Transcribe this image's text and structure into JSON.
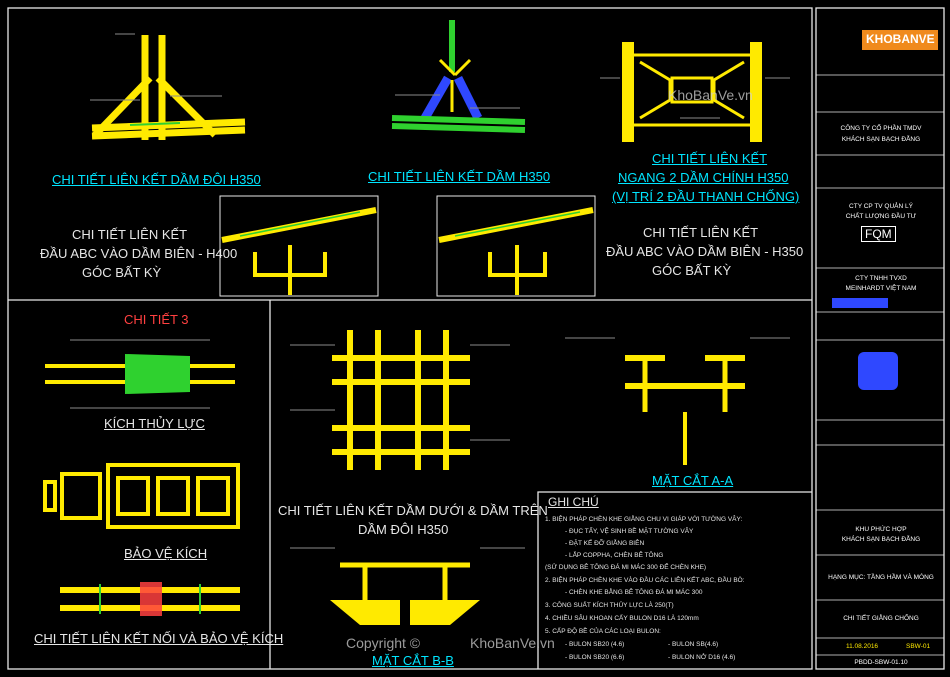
{
  "colors": {
    "background": "#000000",
    "steel": "#ffea00",
    "frame": "#ffffff",
    "title": "#00e5ff",
    "accent": "#ff4040",
    "green": "#2fd12f",
    "blue": "#2f48ff"
  },
  "titles": {
    "t1": "CHI TIẾT LIÊN KẾT DẦM ĐÔI H350",
    "t2": "CHI TIẾT LIÊN KẾT DẦM H350",
    "t3a": "CHI TIẾT LIÊN KẾT",
    "t3b": "NGANG 2 DẦM CHÍNH H350",
    "t3c": "(VỊ TRÍ 2 ĐẦU THANH CHỐNG)",
    "t4a": "CHI TIẾT LIÊN KẾT",
    "t4b": "ĐẦU ABC VÀO DẦM BIÊN - H400",
    "t4c": "GÓC BẤT KỲ",
    "t5a": "CHI TIẾT LIÊN KẾT",
    "t5b": "ĐẦU ABC VÀO DẦM BIÊN - H350",
    "t5c": "GÓC BẤT KỲ",
    "t6": "CHI TIẾT 3",
    "t7": "KÍCH THỦY LỰC",
    "t8": "BẢO VỆ KÍCH",
    "t9": "CHI TIẾT LIÊN KẾT NỐI VÀ BẢO VỆ KÍCH",
    "t10a": "CHI TIẾT LIÊN KẾT  DẦM DƯỚI & DẦM TRÊN",
    "t10b": "DẦM ĐÔI H350",
    "t11": "MẶT CẮT A-A",
    "t12": "MẶT CẮT B-B"
  },
  "notes": {
    "heading": "GHI CHÚ",
    "lines": [
      "1. BIỆN PHÁP CHÈN KHE GIẰNG CHU VI GIÁP VỚI TƯỜNG VÂY:",
      "- ĐỤC TẨY, VỆ SINH BỀ MẶT TƯỜNG VÂY",
      "- ĐẶT KẾ ĐỠ GIẰNG BIÊN",
      "- LẮP COPPHA, CHÈN BÊ TÔNG",
      "(SỬ DỤNG BÊ TÔNG ĐÁ MI MÁC 300 ĐỂ CHÈN KHE)",
      "2. BIỆN PHÁP CHÈN KHE VÀO ĐẦU CÁC LIÊN KẾT ABC, ĐẦU BÒ:",
      "- CHÈN KHE BẰNG BÊ TÔNG ĐÁ MI MÁC 300",
      "3. CÔNG SUẤT KÍCH THỦY LỰC LÀ 250(T)",
      "4. CHIỀU SÂU KHOAN CẤY BULON D16 LÀ 120mm",
      "5. CẤP ĐỘ BỀ CỦA CÁC LOẠI BULON:"
    ],
    "bolts": [
      "- BULON SB20 (4.6)",
      "- BULON SB(4.6)",
      "- BULON SB20 (6.6)",
      "- BULON NỞ D16 (4.6)"
    ]
  },
  "title_block": {
    "logo": "KHOBANVE",
    "owner_a": "CÔNG TY CỔ PHẦN TMDV",
    "owner_b": "KHÁCH SẠN BẠCH ĐẰNG",
    "pm_a": "CTY CP TV QUẢN LÝ",
    "pm_b": "CHẤT LƯỢNG ĐẦU TƯ",
    "pm_logo": "FQM",
    "contractor_a": "CTY TNHH TVXD",
    "contractor_b": "MEINHARDT VIỆT NAM",
    "project_a": "KHU PHỨC HỢP",
    "project_b": "KHÁCH SẠN BẠCH ĐẰNG",
    "item": "HẠNG MỤC: TẦNG HẦM VÀ MÓNG",
    "drawing": "CHI TIẾT GIẰNG CHỐNG",
    "date": "11.08.2016",
    "scale": "SBW-01",
    "code": "PBDD-SBW-01.10"
  },
  "watermarks": {
    "top": "KhoBanVe.vn",
    "bottom_copy": "Copyright ©",
    "bottom_brand": "KhoBanVe.vn"
  }
}
